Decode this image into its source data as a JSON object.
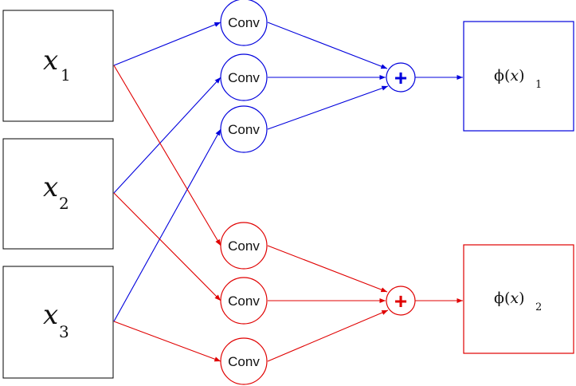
{
  "inputs": [
    {
      "var": "x",
      "sub": "1"
    },
    {
      "var": "x",
      "sub": "2"
    },
    {
      "var": "x",
      "sub": "3"
    }
  ],
  "conv_label": "Conv",
  "sum_symbol": "+",
  "outputs": [
    {
      "prefix": "ϕ(",
      "var": "x",
      "suffix": ")",
      "sub": "1"
    },
    {
      "prefix": "ϕ(",
      "var": "x",
      "suffix": ")",
      "sub": "2"
    }
  ],
  "colors": {
    "group1": "#0000dd",
    "group2": "#e00000",
    "input_border": "#000000"
  }
}
